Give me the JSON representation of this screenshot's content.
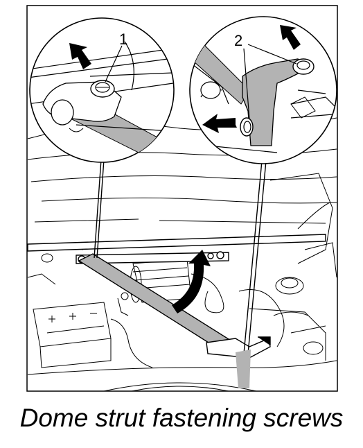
{
  "callouts": {
    "one": "1",
    "two": "2"
  },
  "caption": "Dome strut fastening screws",
  "colors": {
    "line": "#000000",
    "shade": "#b3b3b3",
    "paper": "#ffffff"
  }
}
